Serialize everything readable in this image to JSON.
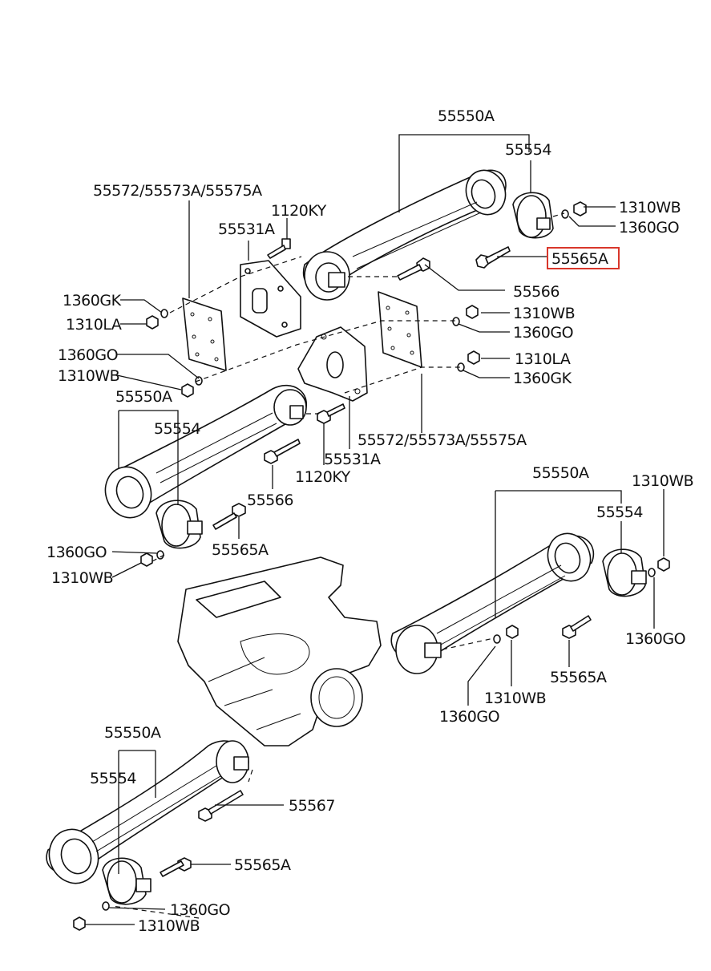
{
  "labels": {
    "l_55550A_1": "55550A",
    "l_55554_1": "55554",
    "l_1310WB_1": "1310WB",
    "l_1360GO_1": "1360GO",
    "l_55565A_hl": "55565A",
    "l_55566_1": "55566",
    "l_55572_1": "55572/55573A/55575A",
    "l_1120KY_1": "1120KY",
    "l_55531A_1": "55531A",
    "l_1360GK_1": "1360GK",
    "l_1310LA_1": "1310LA",
    "l_1360GO_2": "1360GO",
    "l_1310WB_2": "1310WB",
    "l_1310WB_3": "1310WB",
    "l_1360GO_3": "1360GO",
    "l_1310LA_2": "1310LA",
    "l_1360GK_2": "1360GK",
    "l_55550A_2": "55550A",
    "l_55554_2": "55554",
    "l_55572_2": "55572/55573A/55575A",
    "l_55531A_2": "55531A",
    "l_1120KY_2": "1120KY",
    "l_55566_2": "55566",
    "l_55565A_2": "55565A",
    "l_1360GO_4": "1360GO",
    "l_1310WB_4": "1310WB",
    "l_55550A_3": "55550A",
    "l_1310WB_5": "1310WB",
    "l_55554_3": "55554",
    "l_1360GO_5": "1360GO",
    "l_55565A_3": "55565A",
    "l_1310WB_6": "1310WB",
    "l_1360GO_6": "1360GO",
    "l_55550A_4": "55550A",
    "l_55554_4": "55554",
    "l_55567": "55567",
    "l_55565A_4": "55565A",
    "l_1360GO_7": "1360GO",
    "l_1310WB_7": "1310WB"
  },
  "highlight_color": "#d9362b",
  "line_color": "#111111"
}
